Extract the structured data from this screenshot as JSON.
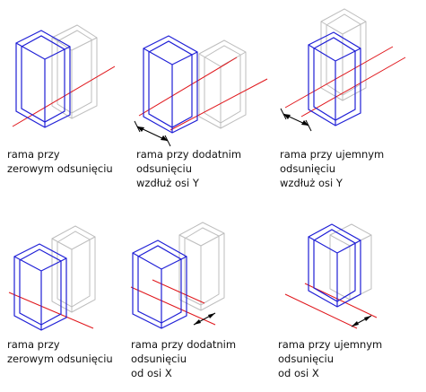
{
  "panels": [
    {
      "caption": [
        "rama przy",
        "zerowym odsunięciu"
      ]
    },
    {
      "caption": [
        "rama przy dodatnim",
        "odsunięciu",
        "wzdłuż osi Y"
      ]
    },
    {
      "caption": [
        "rama przy ujemnym",
        "odsunięciu",
        "wzdłuż osi Y"
      ]
    },
    {
      "caption": [
        "rama przy",
        "zerowym odsunięciu"
      ]
    },
    {
      "caption": [
        "rama przy dodatnim",
        "odsunięciu",
        "od osi X"
      ]
    },
    {
      "caption": [
        "rama przy ujemnym",
        "odsunięciu",
        "od osi X"
      ]
    }
  ],
  "colors": {
    "frame": "#1f1fd6",
    "ghost": "#bdbdbd",
    "axis": "#e0161b",
    "dimension": "#000000"
  }
}
